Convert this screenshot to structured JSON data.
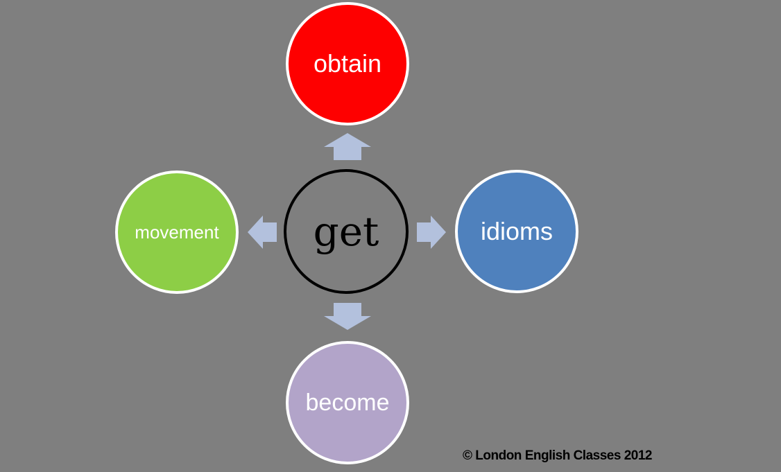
{
  "canvas": {
    "background_color": "#7f7f7f"
  },
  "center": {
    "label": "get",
    "border_color": "#000000",
    "text_color": "#000000"
  },
  "nodes": [
    {
      "label": "obtain",
      "position": "top",
      "color": "#fe0000",
      "border_color": "#ffffff",
      "text_color": "#ffffff"
    },
    {
      "label": "idioms",
      "position": "right",
      "color": "#4f81bd",
      "border_color": "#ffffff",
      "text_color": "#ffffff"
    },
    {
      "label": "become",
      "position": "bottom",
      "color": "#b2a4c9",
      "border_color": "#ffffff",
      "text_color": "#ffffff"
    },
    {
      "label": "movement",
      "position": "left",
      "color": "#8dce46",
      "border_color": "#ffffff",
      "text_color": "#ffffff"
    }
  ],
  "arrows": {
    "color": "#b3c1dd",
    "directions": [
      "up",
      "right",
      "down",
      "left"
    ]
  },
  "footer": {
    "copyright": "© London English Classes 2012"
  }
}
